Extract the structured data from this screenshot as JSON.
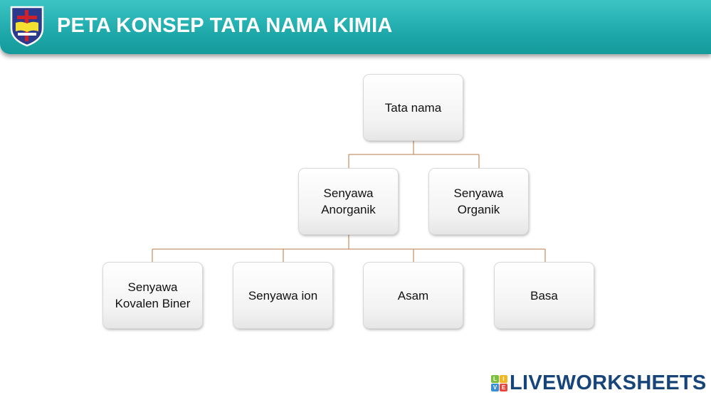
{
  "header": {
    "title": "PETA KONSEP TATA NAMA KIMIA"
  },
  "diagram": {
    "root": "Tata nama",
    "level2": [
      "Senyawa\nAnorganik",
      "Senyawa\nOrganik"
    ],
    "level3": [
      "Senyawa\nKovalen Biner",
      "Senyawa ion",
      "Asam",
      "Basa"
    ],
    "connector_color": "#c8946a"
  },
  "watermark": {
    "letters": [
      "L",
      "I",
      "V",
      "E"
    ],
    "text": "LIVEWORKSHEETS"
  }
}
